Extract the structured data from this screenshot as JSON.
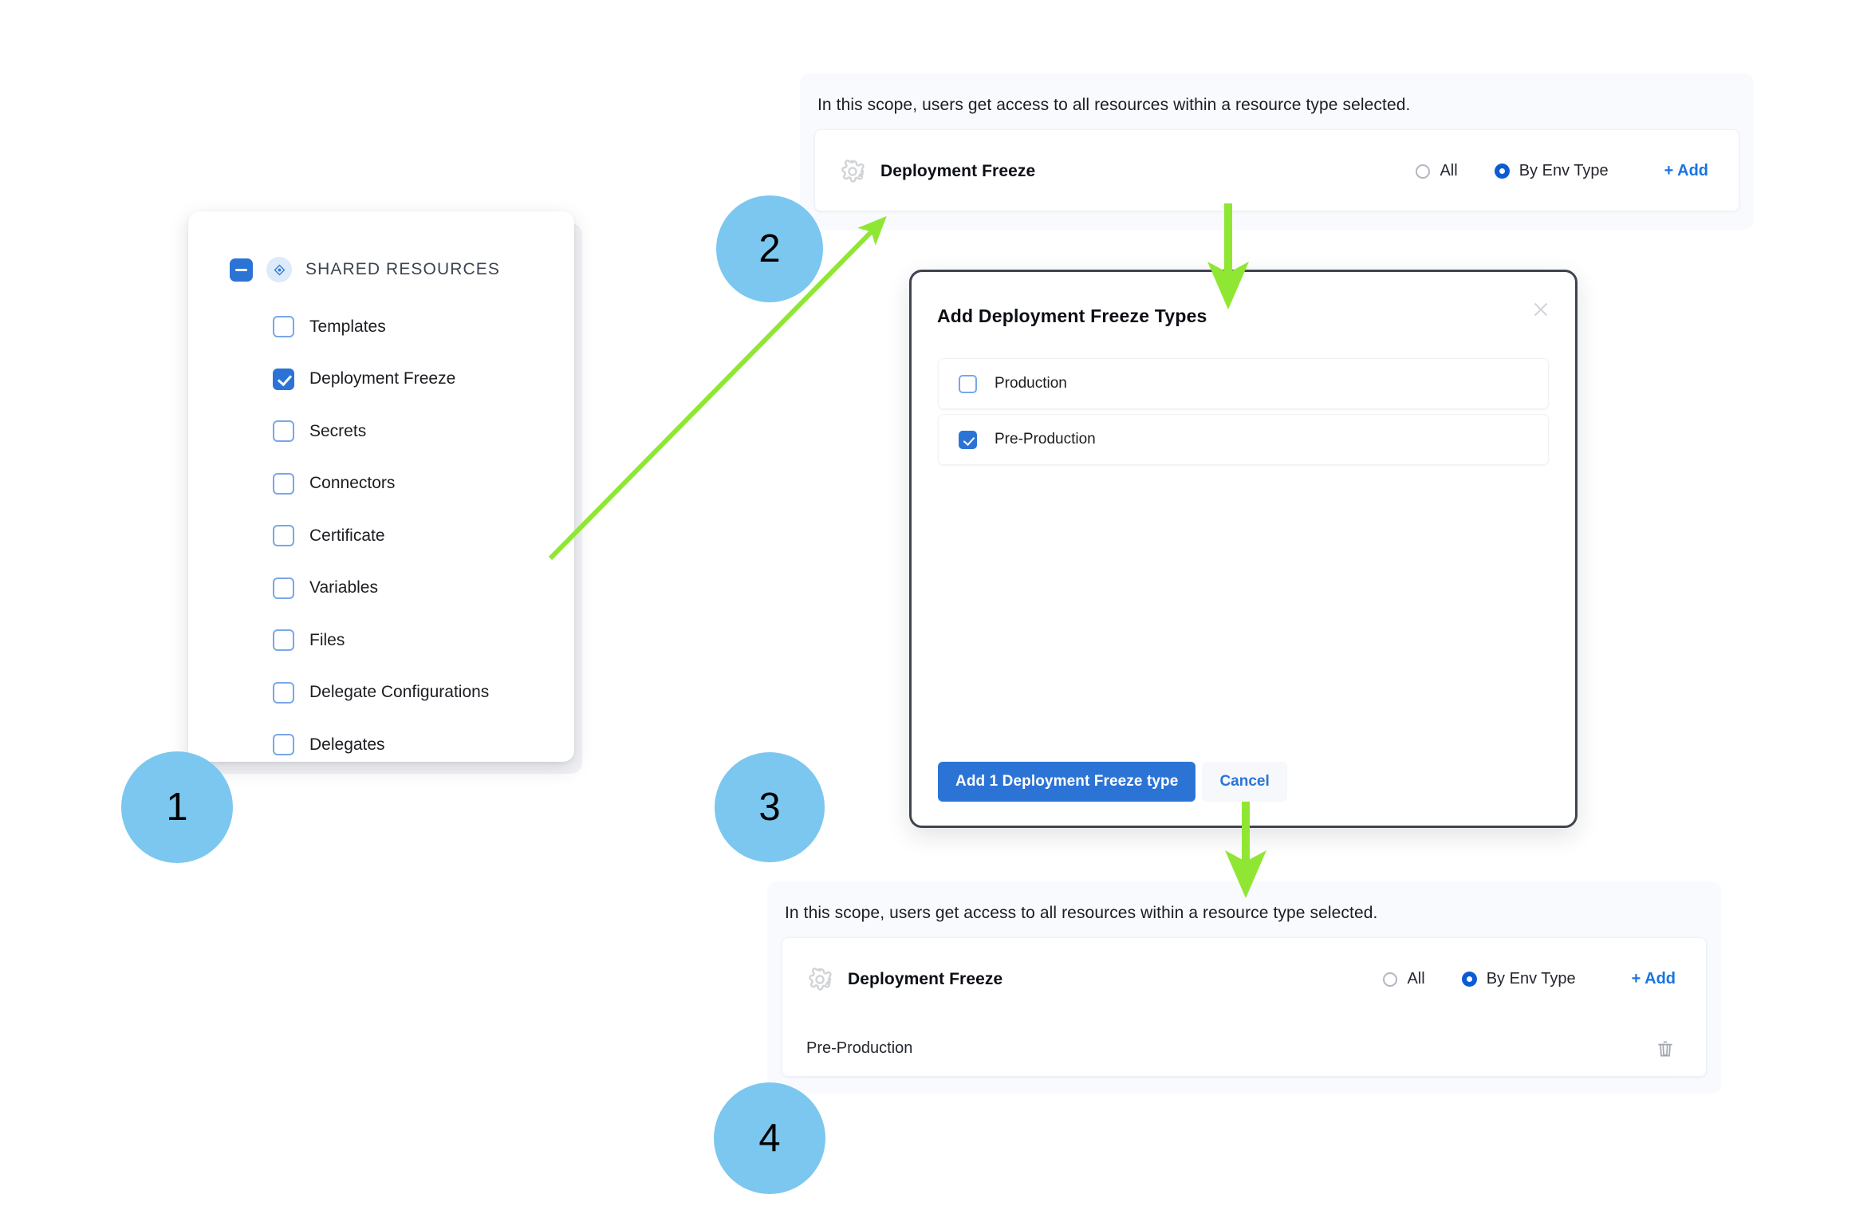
{
  "tree": {
    "header_label": "SHARED RESOURCES",
    "collapse_icon": "minus-square-icon",
    "node_icon": "resource-node-icon",
    "items": [
      {
        "label": "Templates",
        "checked": false
      },
      {
        "label": "Deployment Freeze",
        "checked": true
      },
      {
        "label": "Secrets",
        "checked": false
      },
      {
        "label": "Connectors",
        "checked": false
      },
      {
        "label": "Certificate",
        "checked": false
      },
      {
        "label": "Variables",
        "checked": false
      },
      {
        "label": "Files",
        "checked": false
      },
      {
        "label": "Delegate Configurations",
        "checked": false
      },
      {
        "label": "Delegates",
        "checked": false
      }
    ]
  },
  "scope_panel_top": {
    "note": "In this scope, users get access to all resources within a resource type selected.",
    "resource_icon": "gear-icon",
    "resource_title": "Deployment Freeze",
    "radios": [
      {
        "label": "All",
        "selected": false
      },
      {
        "label": "By Env Type",
        "selected": true
      }
    ],
    "add_label": "+ Add"
  },
  "modal": {
    "title": "Add Deployment Freeze Types",
    "close_icon": "close-icon",
    "options": [
      {
        "label": "Production",
        "checked": false
      },
      {
        "label": "Pre-Production",
        "checked": true
      }
    ],
    "primary_button": "Add 1 Deployment Freeze type",
    "secondary_button": "Cancel"
  },
  "scope_panel_bottom": {
    "note": "In this scope, users get access to all resources within a resource type selected.",
    "resource_icon": "gear-icon",
    "resource_title": "Deployment Freeze",
    "radios": [
      {
        "label": "All",
        "selected": false
      },
      {
        "label": "By Env Type",
        "selected": true
      }
    ],
    "add_label": "+ Add",
    "selected_rows": [
      {
        "value": "Pre-Production",
        "delete_icon": "trash-icon"
      }
    ]
  },
  "steps": [
    {
      "number": "1"
    },
    {
      "number": "2"
    },
    {
      "number": "3"
    },
    {
      "number": "4"
    }
  ],
  "colors": {
    "step_circle": "#7CC7EF",
    "arrow_green": "#8FE734",
    "accent_blue": "#2b74d6",
    "link_blue": "#1874e0",
    "panel_bg": "#F8FAFD"
  }
}
